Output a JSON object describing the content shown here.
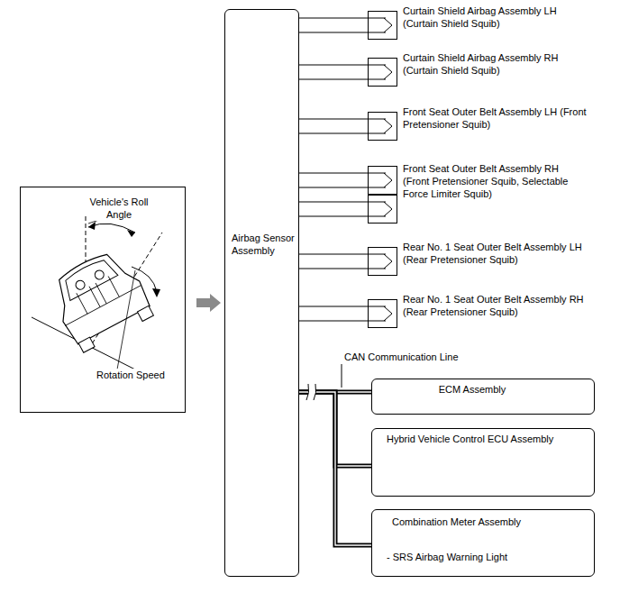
{
  "diagram": {
    "nodes": [
      {
        "text": [
          "Airbag Sensor Assembly"
        ]
      },
      {
        "text": [
          "Curtain Shield Airbag Assembly LH (Curtain Shield Squib)"
        ]
      },
      {
        "text": [
          "Curtain Shield Airbag Assembly RH (Curtain Shield Squib)"
        ]
      },
      {
        "text": [
          "Front Seat Outer Belt Assembly LH (Front Pretensioner Squib)"
        ]
      },
      {
        "text": [
          "Front Seat Outer Belt Assembly RH (Front Pretensioner Squib, Selectable Force Limiter Squib)"
        ]
      },
      {
        "text": [
          "Rear No. 1 Seat Outer Belt Assembly LH (Rear Pretensioner Squib)"
        ]
      },
      {
        "text": [
          "Rear No. 1 Seat Outer Belt Assembly RH (Rear Pretensioner Squib)"
        ]
      },
      {
        "text": [
          "ECM Assembly"
        ]
      },
      {
        "text": [
          "Hybrid Vehicle Control ECU Assembly"
        ]
      },
      {
        "text": [
          "Combination Meter Assembly",
          "- SRS Airbag Warning Light"
        ]
      }
    ],
    "edges": [
      {
        "from": 0,
        "to": 1,
        "arrow": "none"
      },
      {
        "from": 0,
        "to": 2,
        "arrow": "none"
      },
      {
        "from": 0,
        "to": 3,
        "arrow": "none"
      },
      {
        "from": 0,
        "to": 4,
        "arrow": "none"
      },
      {
        "from": 0,
        "to": 4,
        "arrow": "none"
      },
      {
        "from": 0,
        "to": 5,
        "arrow": "none"
      },
      {
        "from": 0,
        "to": 6,
        "arrow": "none"
      },
      {
        "from": 0,
        "to": 7,
        "arrow": "none"
      },
      {
        "from": 0,
        "to": 8,
        "arrow": "none"
      },
      {
        "from": 0,
        "to": 9,
        "arrow": "none"
      }
    ],
    "labels": [
      "Vehicle's Roll Angle",
      "Rotation Speed",
      "CAN Communication Line"
    ]
  }
}
